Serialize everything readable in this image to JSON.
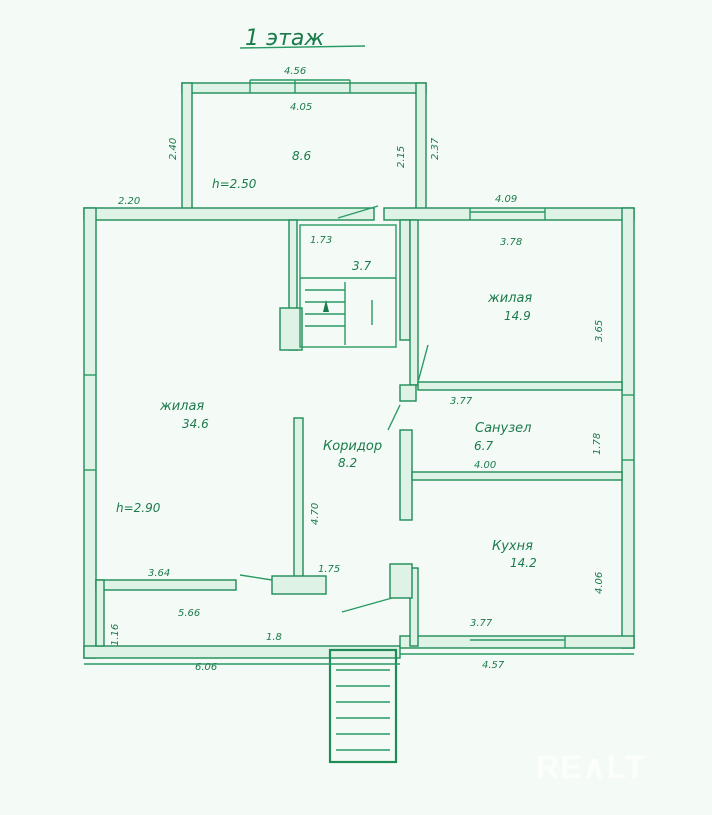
{
  "title": "1 этаж",
  "rooms": {
    "veranda_area": "8.6",
    "veranda_height": "h=2.50",
    "living_big_label": "жилая",
    "living_big_area": "34.6",
    "living_big_height": "h=2.90",
    "living_small_label": "жилая",
    "living_small_area": "14.9",
    "corridor_label": "Коридор",
    "corridor_area": "8.2",
    "bath_label": "Санузел",
    "bath_area": "6.7",
    "kitchen_label": "Кухня",
    "kitchen_area": "14.2",
    "stair_area": "3.7",
    "stair_h": "1.73"
  },
  "dims": {
    "top_outer": "4.56",
    "top_inner": "4.05",
    "veranda_left": "2.40",
    "veranda_right_a": "2.15",
    "veranda_right_b": "2.37",
    "left_top": "2.20",
    "right_top": "4.09",
    "small_room_w": "3.78",
    "small_room_h": "3.65",
    "bath_top": "3.77",
    "bath_side": "1.78",
    "bath_bottom": "4.00",
    "corridor_w": "4.70",
    "hall_w": "1.75",
    "left_inner_bottom": "3.64",
    "left_bottom_2": "5.66",
    "hall_bottom": "1.8",
    "porch_side": "1.16",
    "outer_bottom_left": "6.06",
    "kitchen_bottom": "3.77",
    "kitchen_side": "4.06",
    "outer_bottom_right": "4.57"
  },
  "watermark": "RE∧LT"
}
